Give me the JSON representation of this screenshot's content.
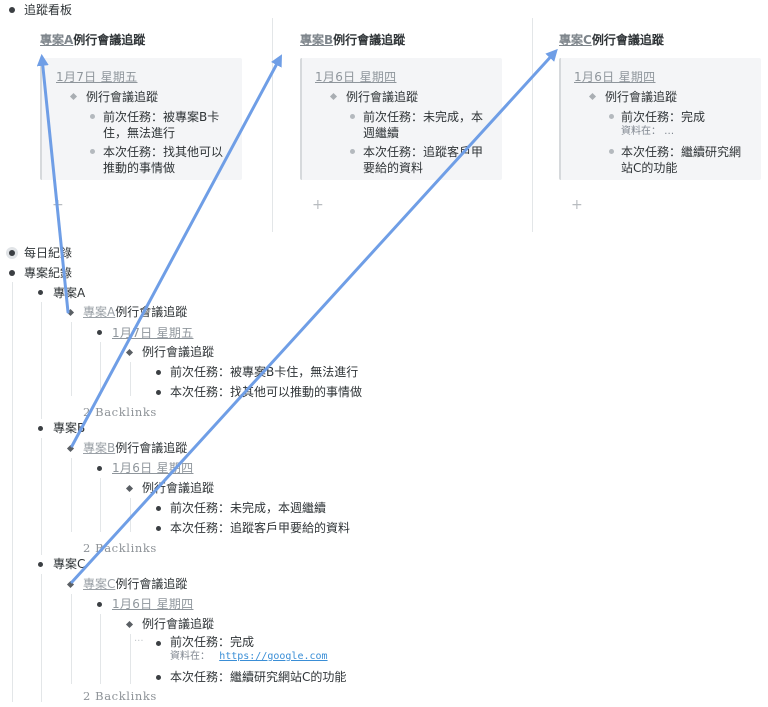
{
  "board": {
    "title": "追蹤看板",
    "columns": [
      {
        "header_link": "專案A",
        "header_rest": "例行會議追蹤",
        "date": "1月7日 星期五",
        "meeting": "例行會議追蹤",
        "items": [
          {
            "line1": "前次任務：被專案B卡",
            "line2": "住，無法進行"
          },
          {
            "line1": "本次任務：找其他可以",
            "line2": "推動的事情做"
          }
        ],
        "add": "+"
      },
      {
        "header_link": "專案B",
        "header_rest": "例行會議追蹤",
        "date": "1月6日 星期四",
        "meeting": "例行會議追蹤",
        "items": [
          {
            "line1": "前次任務：未完成，本",
            "line2": "週繼續"
          },
          {
            "line1": "本次任務：追蹤客戶甲",
            "line2": "要給的資料"
          }
        ],
        "add": "+"
      },
      {
        "header_link": "專案C",
        "header_rest": "例行會議追蹤",
        "date": "1月6日 星期四",
        "meeting": "例行會議追蹤",
        "items": [
          {
            "line1": "前次任務：完成",
            "line2": "資料在： …"
          },
          {
            "line1": "本次任務：繼續研究網",
            "line2": "站C的功能"
          }
        ],
        "add": "+"
      }
    ]
  },
  "daily": {
    "title": "每日紀錄"
  },
  "projects": {
    "title": "專案紀錄",
    "list": [
      {
        "name": "專案A",
        "ref_link": "專案A",
        "ref_rest": "例行會議追蹤",
        "date": "1月7日 星期五",
        "meeting": "例行會議追蹤",
        "items": [
          "前次任務：被專案B卡住，無法進行",
          "本次任務：找其他可以推動的事情做"
        ],
        "backlinks": "2 Backlinks"
      },
      {
        "name": "專案B",
        "ref_link": "專案B",
        "ref_rest": "例行會議追蹤",
        "date": "1月6日 星期四",
        "meeting": "例行會議追蹤",
        "items": [
          "前次任務：未完成，本週繼續",
          "本次任務：追蹤客戶甲要給的資料"
        ],
        "backlinks": "2 Backlinks"
      },
      {
        "name": "專案C",
        "ref_link": "專案C",
        "ref_rest": "例行會議追蹤",
        "date": "1月6日 星期四",
        "meeting": "例行會議追蹤",
        "item1": "前次任務：完成",
        "item1_sub_label": "資料在：",
        "item1_sub_url": "https://google.com",
        "item1_more": "···",
        "item2": "本次任務：繼續研究網站C的功能",
        "backlinks": "2 Backlinks"
      }
    ]
  },
  "annotation": {
    "arrow_color": "#6f9ee6"
  }
}
